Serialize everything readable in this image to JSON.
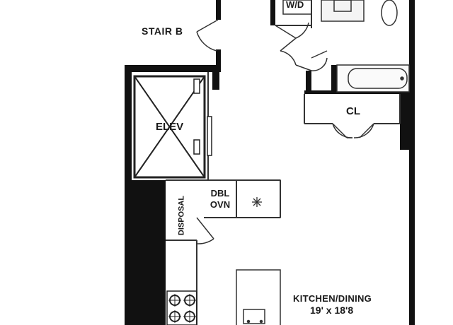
{
  "labels": {
    "stair": "STAIR B",
    "washer_dryer": "W/D",
    "closet": "CL",
    "elevator": "ELEV",
    "double_oven_line1": "DBL",
    "double_oven_line2": "OVN",
    "disposal": "DISPOSAL",
    "kitchen": "KITCHEN/DINING",
    "kitchen_dims": "19' x 18'8"
  },
  "icons": {
    "fridge": "snowflake-icon",
    "cooktop": "burner-icon",
    "sink": "sink-icon",
    "bathtub": "bathtub-icon",
    "toilet": "toilet-icon"
  },
  "colors": {
    "wall": "#111111",
    "line": "#333333",
    "background": "#ffffff"
  }
}
